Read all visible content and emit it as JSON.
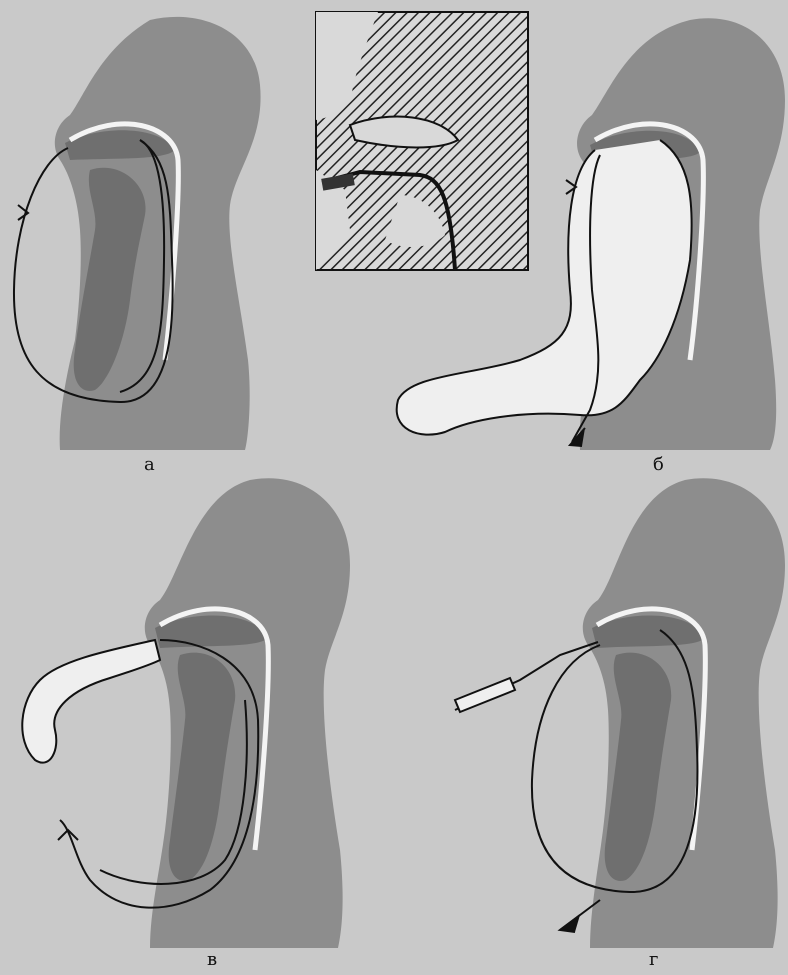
{
  "figure": {
    "panels": [
      {
        "id": "a",
        "label": "а"
      },
      {
        "id": "b",
        "label": "б"
      },
      {
        "id": "v",
        "label": "в"
      },
      {
        "id": "g",
        "label": "г"
      }
    ],
    "colors": {
      "page": "#c9c9c9",
      "silhouette": "#8d8d8d",
      "organ": "#6f6f6f",
      "line": "#111111",
      "hatch": "#222222",
      "inset_bg": "#d9d9d9"
    }
  }
}
